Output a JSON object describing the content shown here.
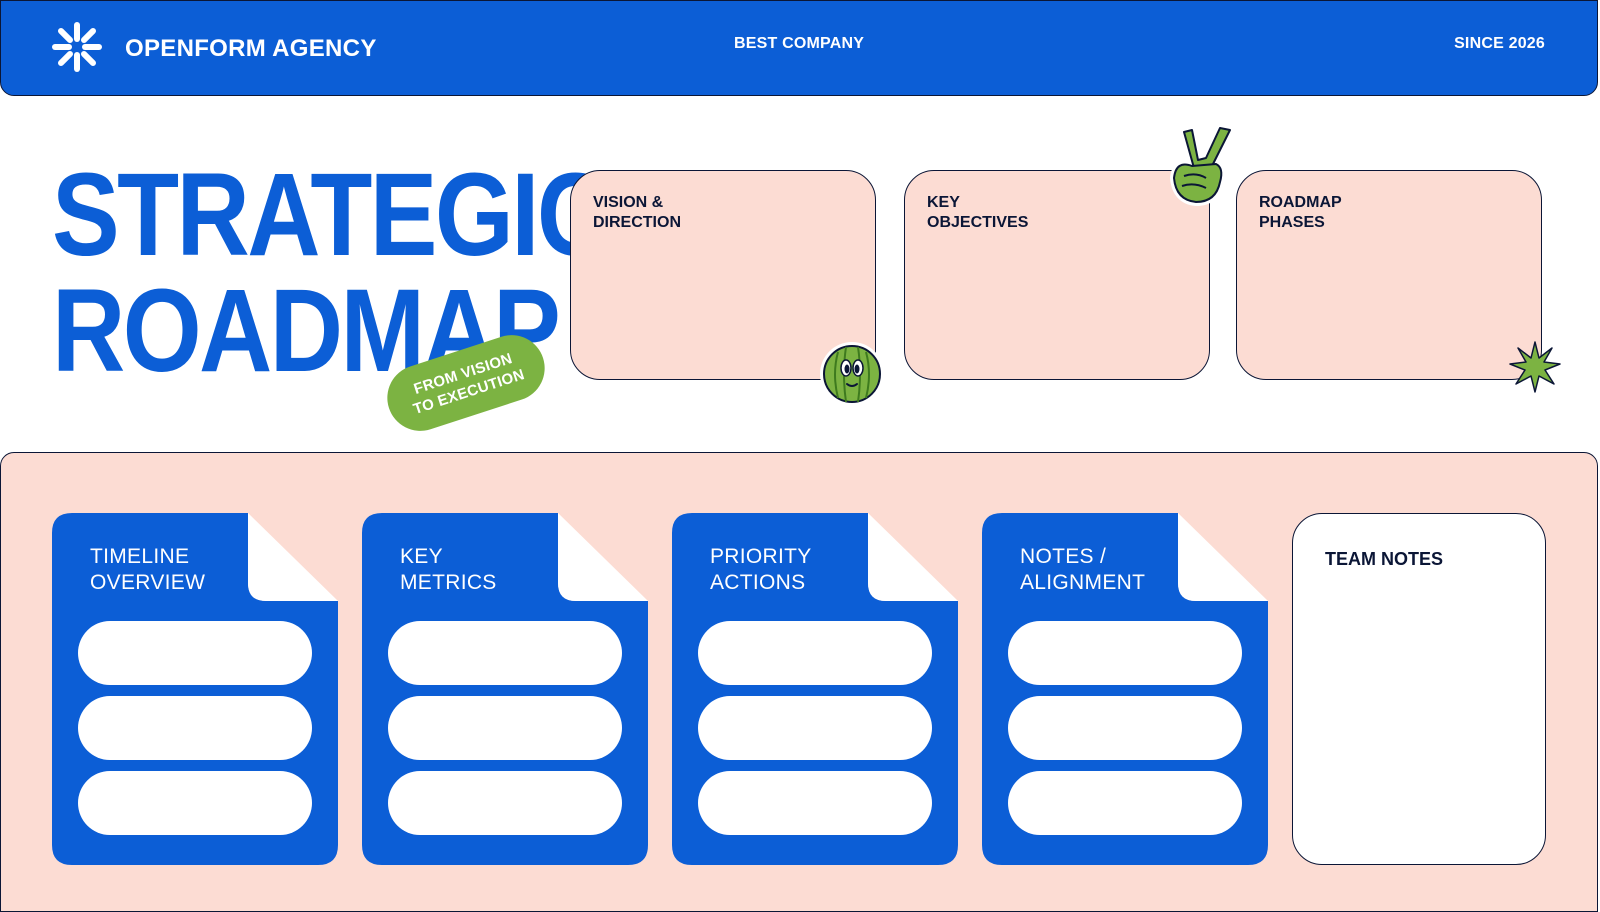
{
  "header": {
    "brand_name": "OPENFORM AGENCY",
    "tagline": "BEST COMPANY",
    "since": "SINCE 2026",
    "logo_icon": "asterisk-logo-icon"
  },
  "hero": {
    "title_line1": "STRATEGIC",
    "title_line2": "ROADMAP",
    "badge_line1": "FROM VISION",
    "badge_line2": "TO EXECUTION"
  },
  "top_cards": [
    {
      "label": "VISION &\nDIRECTION"
    },
    {
      "label": "KEY\nOBJECTIVES"
    },
    {
      "label": "ROADMAP\nPHASES"
    }
  ],
  "stickers": [
    "watermelon-character-icon",
    "peace-hand-icon",
    "green-sparkle-icon"
  ],
  "documents": [
    {
      "title": "TIMELINE\nOVERVIEW"
    },
    {
      "title": "KEY\nMETRICS"
    },
    {
      "title": "PRIORITY\nACTIONS"
    },
    {
      "title": "NOTES /\nALIGNMENT"
    }
  ],
  "notes": {
    "label": "TEAM NOTES"
  },
  "colors": {
    "brand_blue": "#0c5ed6",
    "peach": "#fcdcd3",
    "green": "#7cb342",
    "ink": "#0b1636"
  }
}
